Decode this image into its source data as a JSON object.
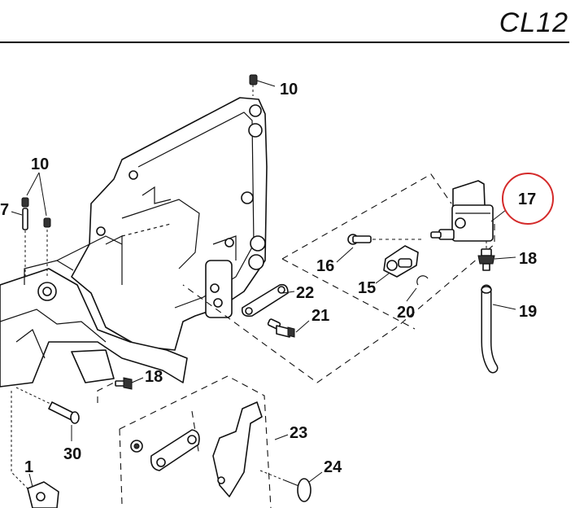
{
  "header": {
    "model_code": "CL12"
  },
  "callouts": {
    "p10_top": "10",
    "p10_left": "10",
    "p7": "7",
    "p16": "16",
    "p15": "15",
    "p17": "17",
    "p18_right": "18",
    "p19": "19",
    "p20": "20",
    "p22": "22",
    "p21": "21",
    "p18_left": "18",
    "p30": "30",
    "p23": "23",
    "p1": "1",
    "p24": "24"
  },
  "highlight": {
    "target": "17",
    "color": "#d42a2a"
  }
}
